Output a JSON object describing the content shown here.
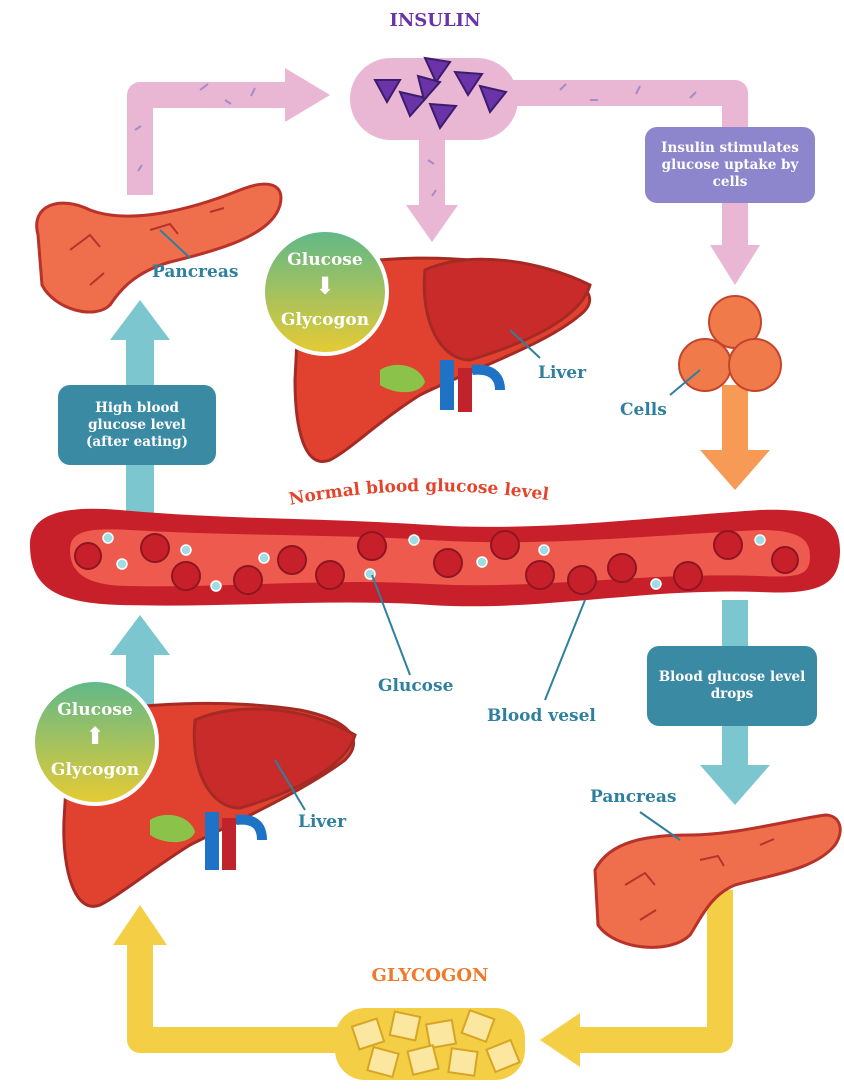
{
  "title": "INSULIN",
  "bottom_title": "GLYCOGON",
  "vessel_label": "Normal blood glucose level",
  "labels": {
    "pancreas_top": "Pancreas",
    "liver_top": "Liver",
    "cells": "Cells",
    "glucose": "Glucose",
    "blood_vessel": "Blood vesel",
    "liver_bottom": "Liver",
    "pancreas_bottom": "Pancreas"
  },
  "boxes": {
    "insulin_stimulates": "Insulin stimulates glucose uptake by cells",
    "high_blood_glucose": "High blood glucose level (after eating)",
    "level_drops": "Blood glucose level drops"
  },
  "circle_top": {
    "upper": "Glucose",
    "lower": "Glycogon",
    "arrow": "down"
  },
  "circle_bottom": {
    "upper": "Glucose",
    "lower": "Glycogon",
    "arrow": "up"
  },
  "colors": {
    "insulin_purple": "#6a33a8",
    "insulin_path_pink": "#e9b6d3",
    "glycogon_yellow": "#f4cf45",
    "glycogon_orange": "#f07a2c",
    "high_glucose_teal": "#7cc6cf",
    "blood_red": "#c8202a",
    "label_blue": "#2f7f9e",
    "cells_orange": "#f79a55"
  }
}
